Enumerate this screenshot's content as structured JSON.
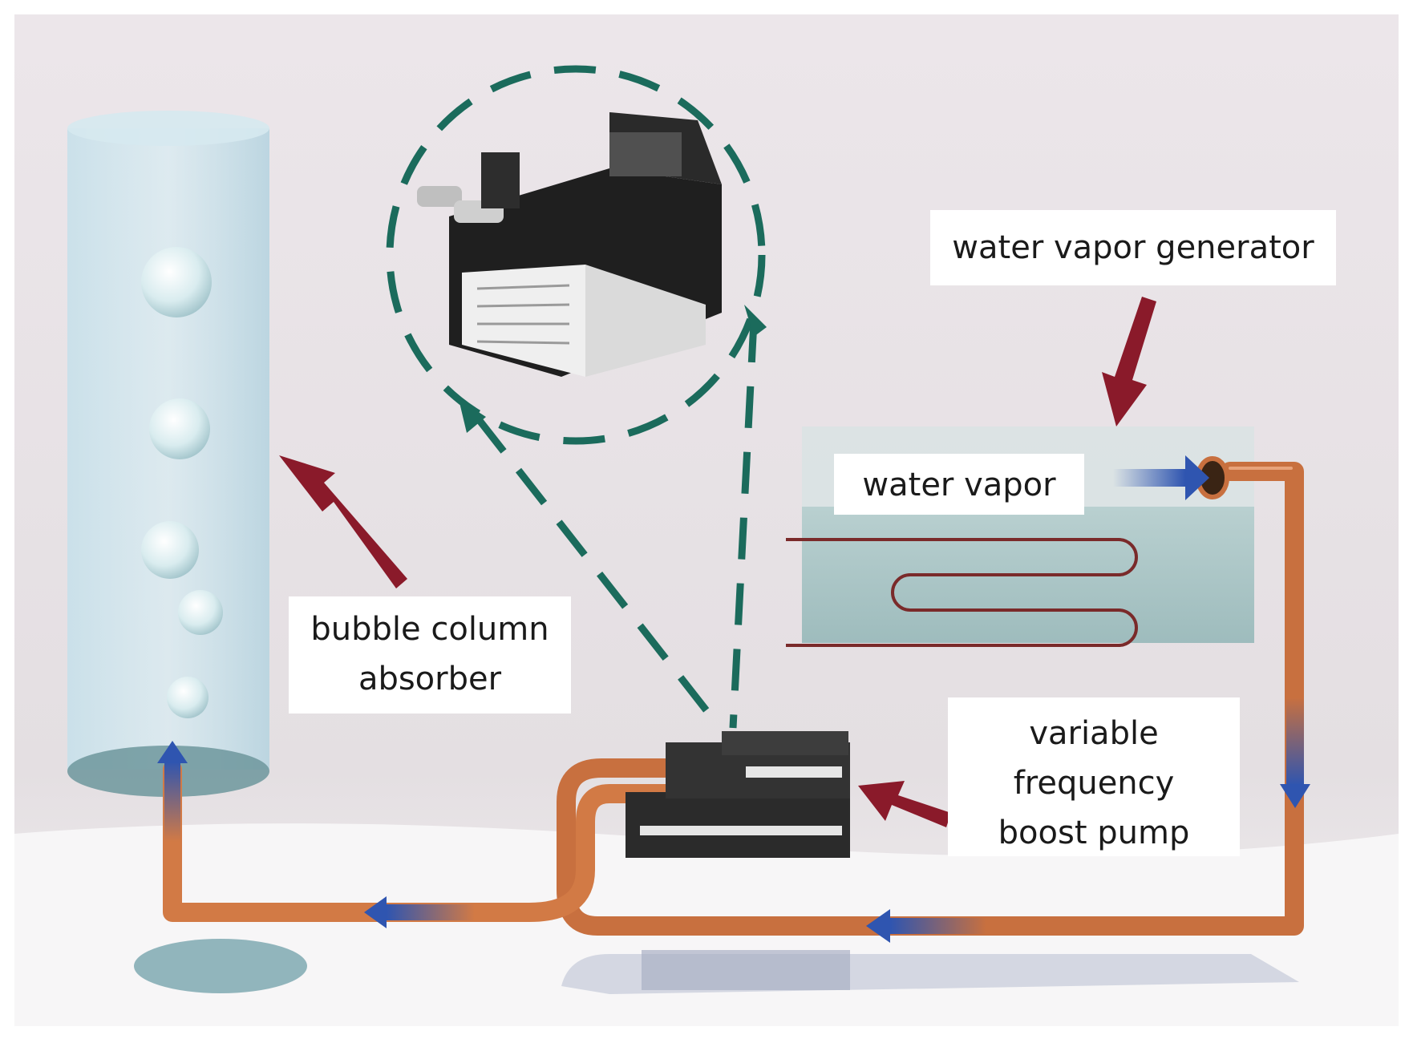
{
  "labels": {
    "water_vapor_generator": "water vapor generator",
    "water_vapor": "water vapor",
    "bubble_column_absorber": [
      "bubble column",
      "absorber"
    ],
    "variable_frequency_boost_pump": [
      "variable",
      "frequency",
      "boost pump"
    ]
  },
  "colors": {
    "pointer_arrow": "#8a1a2a",
    "flow_arrow": "#2f55b0",
    "copper_pipe": "#d27a45",
    "dashed_callout": "#1b6b5c",
    "absorber_glass": "#bcd9e6",
    "generator_tank": "#a9c6c6",
    "pump_body": "#2b2b2b"
  },
  "icons": [
    "pump-photo-icon",
    "bubble-icon",
    "heating-coil-icon",
    "flow-arrow-icon",
    "pointer-arrow-icon"
  ]
}
